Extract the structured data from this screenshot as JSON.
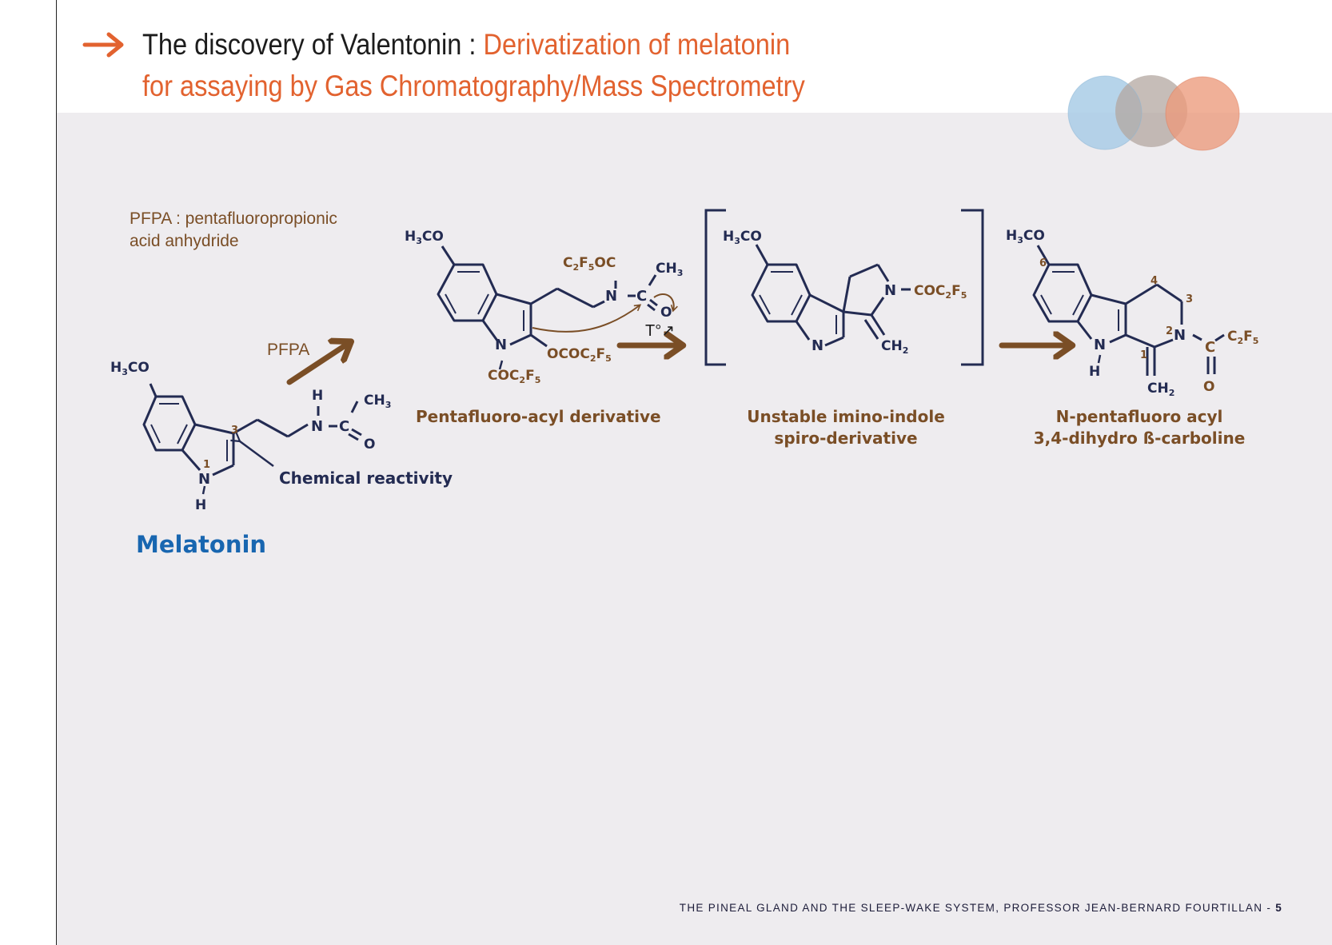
{
  "header": {
    "title_black": "The discovery of Valentonin : ",
    "title_orange_1": "Derivatization of melatonin",
    "title_orange_2": "for assaying by Gas Chromatography/Mass Spectrometry"
  },
  "note": {
    "line1": "PFPA : pentafluoropropionic",
    "line2": "acid anhydride"
  },
  "arrow_label": "PFPA",
  "heat_label": "T°↗",
  "molecules": {
    "melatonin": {
      "name": "Melatonin",
      "annotation": "Chemical reactivity"
    },
    "pentafluoro": {
      "caption": "Pentafluoro-acyl derivative"
    },
    "spiro": {
      "caption_line1": "Unstable imino-indole",
      "caption_line2": "spiro-derivative"
    },
    "carboline": {
      "caption_line1": "N-pentafluoro acyl",
      "caption_line2": "3,4-dihydro ß-carboline"
    }
  },
  "footer": {
    "text": "THE PINEAL GLAND AND THE SLEEP-WAKE SYSTEM, PROFESSOR JEAN-BERNARD FOURTILLAN - ",
    "page": "5"
  },
  "colors": {
    "accent_orange": "#e2622f",
    "brown": "#7a4e26",
    "navy": "#232b52",
    "blue": "#1866b0",
    "panel": "#eeecef"
  }
}
